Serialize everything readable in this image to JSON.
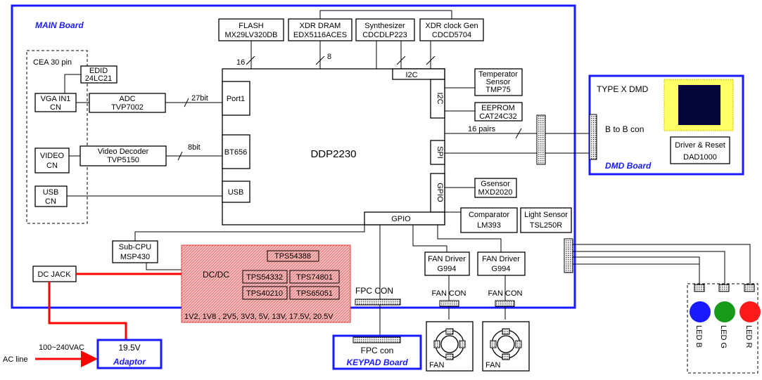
{
  "main_board_label": "MAIN  Board",
  "dmd_board_label": "DMD  Board",
  "keypad_board_label": "KEYPAD  Board",
  "adaptor_label": "Adaptor",
  "adaptor_voltage": "19.5V",
  "ac_line": "AC line",
  "ac_range": "100~240VAC",
  "cea_label": "CEA  30 pin",
  "edid": [
    "EDID",
    "24LC21"
  ],
  "vga": [
    "VGA IN1",
    "CN"
  ],
  "adc": [
    "ADC",
    "TVP7002"
  ],
  "video_cn": [
    "VIDEO",
    "CN"
  ],
  "video_dec": [
    "Video Decoder",
    "TVP5150"
  ],
  "usb_cn": [
    "USB",
    "CN"
  ],
  "flash": [
    "FLASH",
    "MX29LV320DB"
  ],
  "xdr_dram": [
    "XDR DRAM",
    "EDX5116ACES"
  ],
  "synth": [
    "Synthesizer",
    "CDCDLP223"
  ],
  "xdr_clk": [
    "XDR clock Gen",
    "CDCD5704"
  ],
  "ddp": "DDP2230",
  "port1": "Port1",
  "bt656": "BT656",
  "usb_port": "USB",
  "i2c_top": "I2C",
  "i2c_side": "I2C",
  "spi": "SPI",
  "gpio_side": "GPIO",
  "gpio_bottom": "GPIO",
  "bus_27bit": "27bit",
  "bus_8bit": "8bit",
  "bus_16": "16",
  "bus_8": "8",
  "pairs": "16 pairs",
  "temp": [
    "Temperator",
    "Sensor",
    "TMP75"
  ],
  "eeprom": [
    "EEPROM",
    "CAT24C32"
  ],
  "gsensor": [
    "Gsensor",
    "MXD2020"
  ],
  "comparator": [
    "Comparator",
    "LM393"
  ],
  "light": [
    "Light Sensor",
    "TSL250R"
  ],
  "type_x": "TYPE X DMD",
  "b2b": "B to B con",
  "driver": [
    "Driver & Reset",
    "DAD1000"
  ],
  "subcpu": [
    "Sub-CPU",
    "MSP430"
  ],
  "dc_jack": "DC JACK",
  "dcdc": "DC/DC",
  "tps": [
    "TPS54388",
    "TPS54332",
    "TPS74801",
    "TPS40210",
    "TPS65051"
  ],
  "rails": "1V2, 1V8 , 2V5, 3V3, 5V, 13V, 17.5V, 20.5V",
  "fan_driver": [
    "FAN Driver",
    "G994"
  ],
  "fan_con": "FAN CON",
  "fpc_con": "FPC CON",
  "fpc_con_keypad": "FPC con",
  "fan": "FAN",
  "leds": [
    {
      "label": "LED B",
      "color": "#1a1aff"
    },
    {
      "label": "LED G",
      "color": "#1a9a1a"
    },
    {
      "label": "LED R",
      "color": "#ff1a1a"
    }
  ],
  "colors": {
    "board_border": "#1a1aff",
    "power": "#ff0000",
    "dmd_frame": "#ffff66",
    "dmd_chip": "#05053a"
  }
}
